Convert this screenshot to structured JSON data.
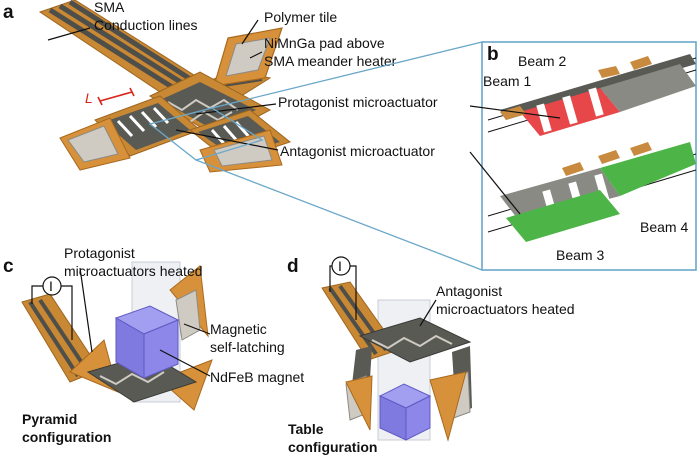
{
  "panels": {
    "a": "a",
    "b": "b",
    "c": "c",
    "d": "d"
  },
  "panel_a": {
    "sma_lines_1": "SMA",
    "sma_lines_2": "Conduction lines",
    "polymer_tile": "Polymer tile",
    "pad_1": "NiMnGa pad above",
    "pad_2": "SMA meander heater",
    "length_symbol": "L",
    "protagonist": "Protagonist microactuator",
    "antagonist": "Antagonist microactuator"
  },
  "panel_b": {
    "beam1": "Beam 1",
    "beam2": "Beam 2",
    "beam3": "Beam 3",
    "beam4": "Beam 4"
  },
  "panel_c": {
    "heated_1": "Protagonist",
    "heated_2": "microactuators heated",
    "latch_1": "Magnetic",
    "latch_2": "self-latching",
    "magnet": "NdFeB magnet",
    "current_symbol": "I",
    "config_1": "Pyramid",
    "config_2": "configuration"
  },
  "panel_d": {
    "heated_1": "Antagonist",
    "heated_2": "microactuators heated",
    "current_symbol": "I",
    "config_1": "Table",
    "config_2": "configuration"
  },
  "colors": {
    "trace": "#5a5a55",
    "trace_dark": "#3b3b38",
    "polymer_orange": "#d7913a",
    "polymer_edge": "#a9691e",
    "pad_grey": "#cfcbc3",
    "protagonist_red": "#e8474a",
    "antagonist_green": "#4db547",
    "magnet_blue": "#8c87e8",
    "inset_border": "#6aa7c9"
  }
}
